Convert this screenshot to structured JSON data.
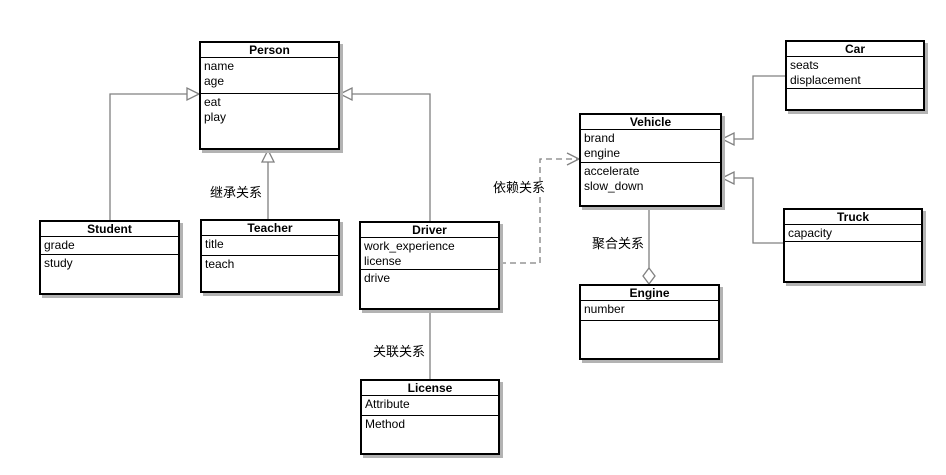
{
  "diagram": {
    "classes": [
      {
        "name": "Person",
        "attributes": [
          "name",
          "age"
        ],
        "methods": [
          "eat",
          "play"
        ]
      },
      {
        "name": "Student",
        "attributes": [
          "grade"
        ],
        "methods": [
          "study"
        ]
      },
      {
        "name": "Teacher",
        "attributes": [
          "title"
        ],
        "methods": [
          "teach"
        ]
      },
      {
        "name": "Driver",
        "attributes": [
          "work_experience",
          "license"
        ],
        "methods": [
          "drive"
        ]
      },
      {
        "name": "License",
        "attributes": [
          "Attribute"
        ],
        "methods": [
          "Method"
        ]
      },
      {
        "name": "Vehicle",
        "attributes": [
          "brand",
          "engine"
        ],
        "methods": [
          "accelerate",
          "slow_down"
        ]
      },
      {
        "name": "Engine",
        "attributes": [
          "number"
        ],
        "methods": []
      },
      {
        "name": "Car",
        "attributes": [
          "seats",
          "displacement"
        ],
        "methods": []
      },
      {
        "name": "Truck",
        "attributes": [
          "capacity"
        ],
        "methods": []
      }
    ],
    "edge_labels": {
      "inheritance": "继承关系",
      "dependency": "依赖关系",
      "association": "关联关系",
      "aggregation": "聚合关系"
    },
    "colors": {
      "line": "#808080",
      "border": "#000000",
      "shadow": "#b3b3b3",
      "background": "#ffffff"
    }
  }
}
